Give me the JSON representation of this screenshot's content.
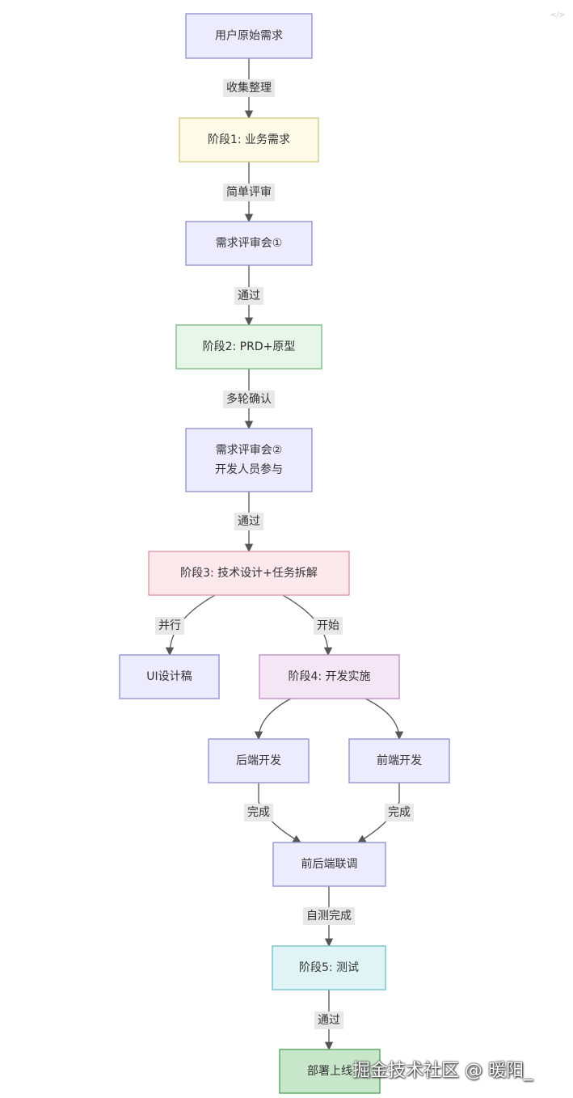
{
  "corner_mark": "</>",
  "watermark": "掘金技术社区 @ 暖阳_",
  "colors": {
    "lavender_fill": "#ececfe",
    "lavender_stroke": "#9c9cd6",
    "yellow_fill": "#fdfbe8",
    "yellow_stroke": "#d9cf8a",
    "green_fill": "#e8f5e9",
    "green_stroke": "#82c391",
    "pink_fill": "#fde8ec",
    "pink_stroke": "#e3a0ad",
    "purple_fill": "#f5e6f6",
    "purple_stroke": "#c39ac8",
    "cyan_fill": "#e0f4f5",
    "cyan_stroke": "#7fc7cd",
    "deploy_fill": "#c8e6c9",
    "deploy_stroke": "#5cae63",
    "edge": "#555555",
    "label_bg": "#e8e8e8"
  },
  "nodes": [
    {
      "id": "n1",
      "lines": [
        "用户原始需求"
      ],
      "style": "lavender"
    },
    {
      "id": "n2",
      "lines": [
        "阶段1: 业务需求"
      ],
      "style": "yellow"
    },
    {
      "id": "n3",
      "lines": [
        "需求评审会①"
      ],
      "style": "lavender"
    },
    {
      "id": "n4",
      "lines": [
        "阶段2: PRD+原型"
      ],
      "style": "green"
    },
    {
      "id": "n5",
      "lines": [
        "需求评审会②",
        "开发人员参与"
      ],
      "style": "lavender"
    },
    {
      "id": "n6",
      "lines": [
        "阶段3: 技术设计+任务拆解"
      ],
      "style": "pink"
    },
    {
      "id": "n7",
      "lines": [
        "UI设计稿"
      ],
      "style": "lavender"
    },
    {
      "id": "n8",
      "lines": [
        "阶段4: 开发实施"
      ],
      "style": "purple"
    },
    {
      "id": "n9",
      "lines": [
        "后端开发"
      ],
      "style": "lavender"
    },
    {
      "id": "n10",
      "lines": [
        "前端开发"
      ],
      "style": "lavender"
    },
    {
      "id": "n11",
      "lines": [
        "前后端联调"
      ],
      "style": "lavender"
    },
    {
      "id": "n12",
      "lines": [
        "阶段5: 测试"
      ],
      "style": "cyan"
    },
    {
      "id": "n13",
      "lines": [
        "部署上线"
      ],
      "style": "deploy"
    }
  ],
  "edges": [
    {
      "from": "n1",
      "to": "n2",
      "label": "收集整理"
    },
    {
      "from": "n2",
      "to": "n3",
      "label": "简单评审"
    },
    {
      "from": "n3",
      "to": "n4",
      "label": "通过"
    },
    {
      "from": "n4",
      "to": "n5",
      "label": "多轮确认"
    },
    {
      "from": "n5",
      "to": "n6",
      "label": "通过"
    },
    {
      "from": "n6",
      "to": "n7",
      "label": "并行"
    },
    {
      "from": "n6",
      "to": "n8",
      "label": "开始"
    },
    {
      "from": "n8",
      "to": "n9",
      "label": ""
    },
    {
      "from": "n8",
      "to": "n10",
      "label": ""
    },
    {
      "from": "n9",
      "to": "n11",
      "label": "完成"
    },
    {
      "from": "n10",
      "to": "n11",
      "label": "完成"
    },
    {
      "from": "n11",
      "to": "n12",
      "label": "自测完成"
    },
    {
      "from": "n12",
      "to": "n13",
      "label": "通过"
    }
  ]
}
